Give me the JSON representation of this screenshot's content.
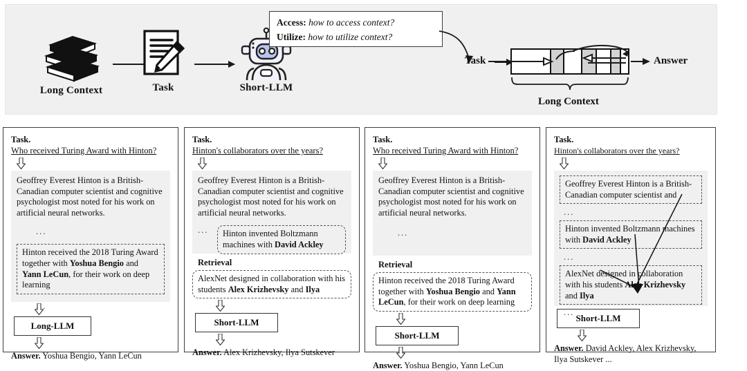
{
  "overview": {
    "nodes": [
      {
        "label": "Long Context",
        "icon": "books-icon"
      },
      {
        "label": "Task",
        "icon": "document-pencil-icon"
      },
      {
        "label": "Short-LLM",
        "icon": "robot-icon"
      }
    ],
    "callout": {
      "line1_label": "Access:",
      "line1_text": "how to access context?",
      "line2_label": "Utilize:",
      "line2_text": "how to utilize context?"
    },
    "right": {
      "task_label": "Task",
      "answer_label": "Answer",
      "context_caption": "Long Context"
    }
  },
  "colors": {
    "band_bg": "#f0f0f0",
    "context_block_bg": "#f0f0f0",
    "cell_shaded": "#d2d2d2",
    "robot_body": "#f3f1fb",
    "robot_face": "#b9c3ee",
    "ink": "#111111"
  },
  "panels": [
    {
      "task_head": "Task.",
      "task_question": "Who received Turing Award with Hinton?",
      "context": {
        "paragraph": "Geoffrey Everest Hinton is a British-Canadian computer scientist and cognitive psychologist most noted for his work on artificial neural networks.",
        "ellipsis1": "...",
        "highlight": {
          "pre": "Hinton received the 2018 Turing Award together with ",
          "b1": "Yoshua Bengio",
          "mid": " and ",
          "b2": "Yann LeCun",
          "post": ", for their work on deep learning"
        },
        "ellipsis2": "..."
      },
      "retrieval_label": null,
      "model_label": "Long-LLM",
      "answer_label": "Answer.",
      "answer_text": "Yoshua Bengio, Yann LeCun"
    },
    {
      "task_head": "Task.",
      "task_question": "Hinton's collaborators over the years?",
      "context": {
        "paragraph": "Geoffrey Everest Hinton is a British-Canadian computer scientist and cognitive psychologist most noted for his work on artificial neural networks.",
        "ellipsis1": "...",
        "inline_box": {
          "pre": "Hinton invented Boltzmann machines with ",
          "b1": "David Ackley"
        }
      },
      "retrieval_label": "Retrieval",
      "retrieval": {
        "pre": "AlexNet designed in collaboration with his students ",
        "b1": "Alex Krizhevsky",
        "mid": " and ",
        "b2": "Ilya"
      },
      "model_label": "Short-LLM",
      "answer_label": "Answer.",
      "answer_text": "Alex Krizhevsky, Ilya Sutskever"
    },
    {
      "task_head": "Task.",
      "task_question": "Who received Turing Award with Hinton?",
      "context": {
        "paragraph": "Geoffrey Everest Hinton is a British-Canadian computer scientist and cognitive psychologist most noted for his work on artificial neural networks.",
        "ellipsis1": "..."
      },
      "retrieval_label": "Retrieval",
      "retrieval": {
        "pre": "Hinton received the 2018 Turing Award together with ",
        "b1": "Yoshua Bengio",
        "mid": " and ",
        "b2": "Yann LeCun",
        "post": ", for their work on deep learning"
      },
      "model_label": "Short-LLM",
      "answer_label": "Answer.",
      "answer_text": "Yoshua Bengio, Yann LeCun"
    },
    {
      "task_head": "Task.",
      "task_question": "Hinton's collaborators over the years?",
      "chunks": [
        {
          "text": "Geoffrey Everest Hinton is a British-Canadian computer scientist and"
        },
        {
          "ellipsis": "..."
        },
        {
          "pre": "Hinton invented Boltzmann machines with ",
          "b1": "David Ackley"
        },
        {
          "ellipsis": "..."
        },
        {
          "pre": "AlexNet designed in collaboration with his students ",
          "b1": "Alex Krizhevsky",
          "mid": " and ",
          "b2": "Ilya"
        },
        {
          "ellipsis": "..."
        }
      ],
      "model_label": "Short-LLM",
      "answer_label": "Answer.",
      "answer_text_bold": "Answer.",
      "answer_text": "David Ackley, Alex Krizhevsky, Ilya Sutskever ..."
    }
  ]
}
